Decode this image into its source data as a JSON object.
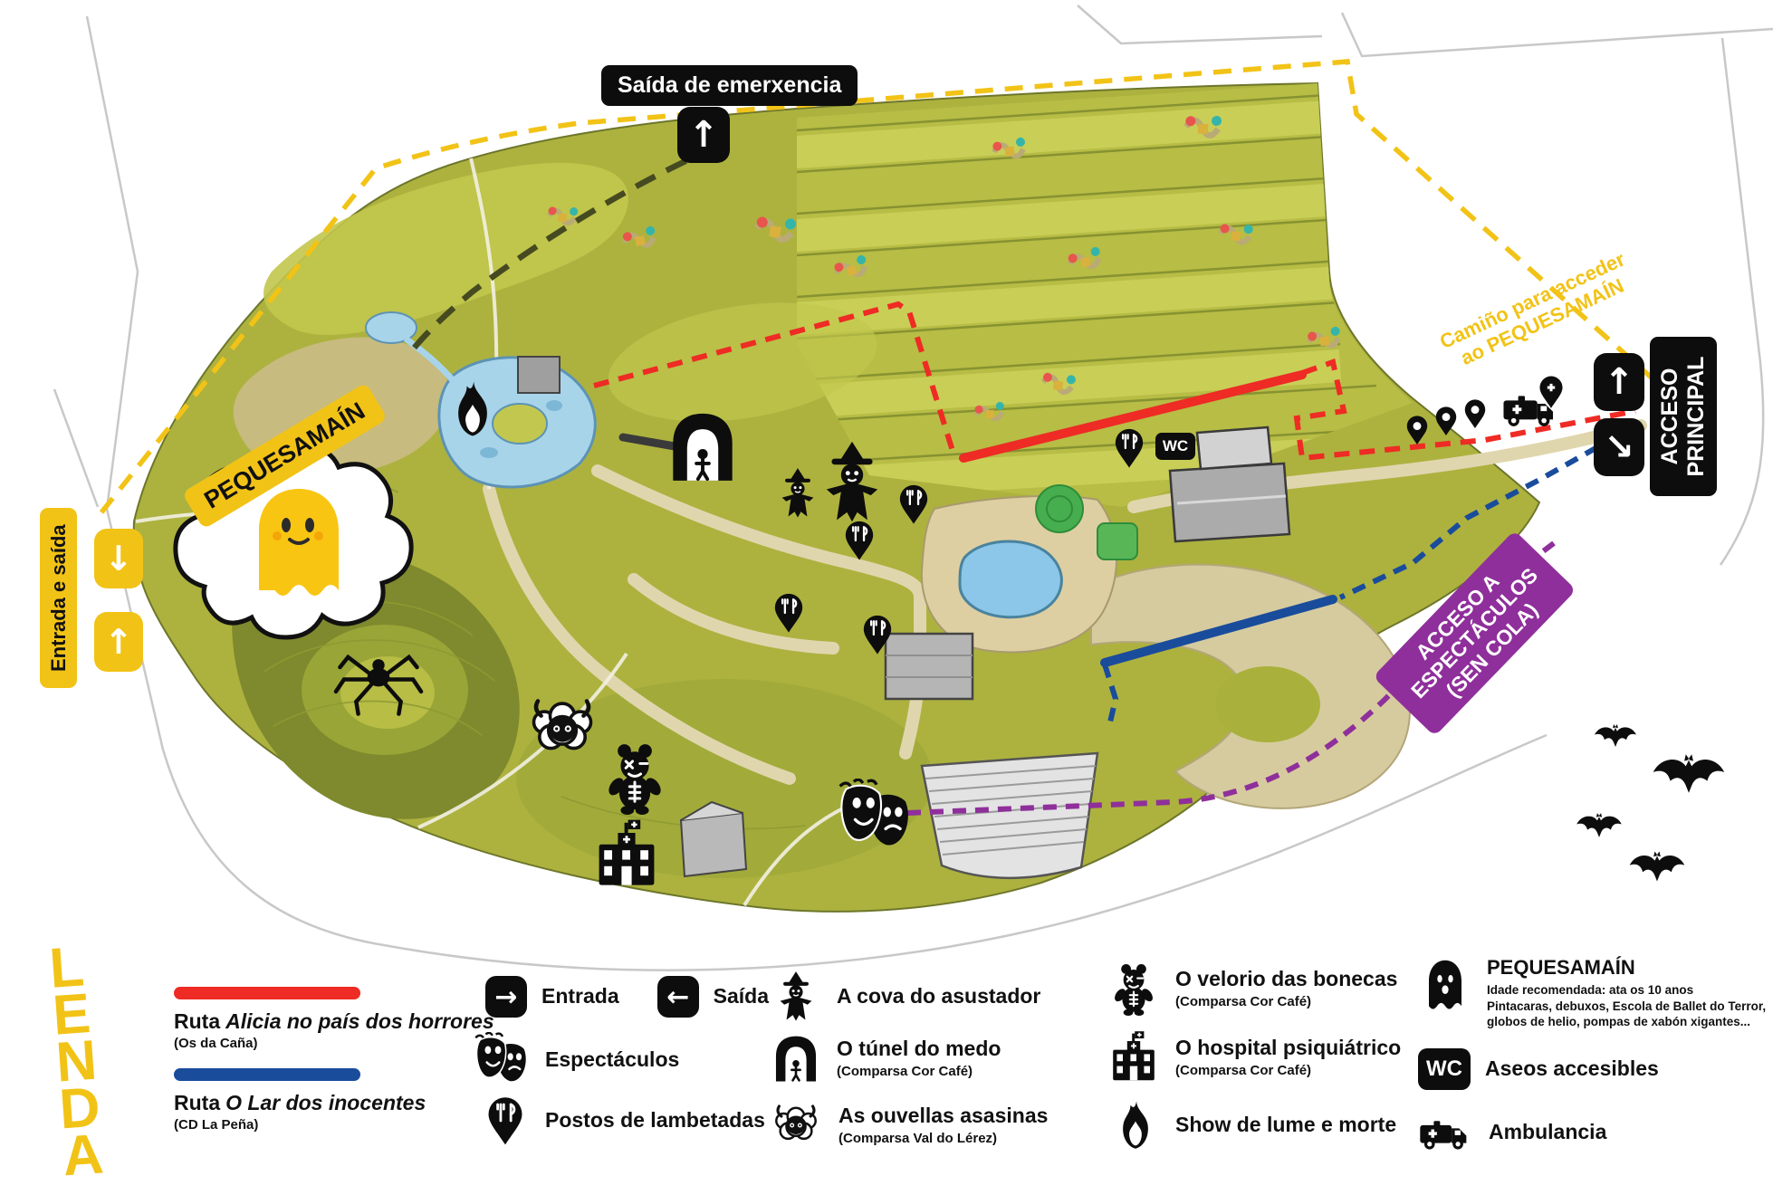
{
  "map": {
    "badges": {
      "emergency_exit": "Saída de emerxencia",
      "entrance_exit": "Entrada e saída",
      "pequesamain": "PEQUESAMAÍN",
      "camino": "Camiño para acceder\nao PEQUESAMAÍN",
      "acceso_principal": "ACCESO\nPRINCIPAL",
      "acceso_espectaculos": "ACCESO A\nESPECTÁCULOS\n(SEN COLA)",
      "wc": "WC"
    },
    "colors": {
      "route_alicia_red": "#ee2b24",
      "route_lar_blue": "#1a4c9c",
      "accent_yellow": "#f2c317",
      "accent_purple": "#8f2f9b",
      "terrain_green": "#adb23f"
    }
  },
  "icons": {
    "up": "↑",
    "down": "↓",
    "left": "←",
    "right": "→",
    "down_right": "↘"
  },
  "legend": {
    "title": "LENDA",
    "routes": [
      {
        "prefix": "Ruta",
        "name": "Alicia no país dos horrores",
        "sub": "(Os da Caña)",
        "color": "#ee2b24"
      },
      {
        "prefix": "Ruta",
        "name": "O Lar dos inocentes",
        "sub": "(CD La Peña)",
        "color": "#1a4c9c"
      }
    ],
    "entrada": "Entrada",
    "saida": "Saída",
    "espectaculos": "Espectáculos",
    "postos": "Postos de lambetadas",
    "cova": "A cova do asustador",
    "tunel": "O túnel do medo",
    "tunel_sub": "(Comparsa Cor Café)",
    "ovellas": "As ouvellas asasinas",
    "ovellas_sub": "(Comparsa Val do Lérez)",
    "velorio": "O velorio das bonecas",
    "velorio_sub": "(Comparsa Cor Café)",
    "hospital": "O hospital psiquiátrico",
    "hospital_sub": "(Comparsa Cor Café)",
    "lume": "Show de lume e morte",
    "pequesamain_title": "PEQUESAMAÍN",
    "pequesamain_desc": "Idade recomendada: ata os 10 anos\nPintacaras, debuxos, Escola de Ballet do Terror,\nglobos de helio, pompas de xabón xigantes...",
    "wc": "WC",
    "aseos": "Aseos accesibles",
    "ambulancia": "Ambulancia"
  }
}
